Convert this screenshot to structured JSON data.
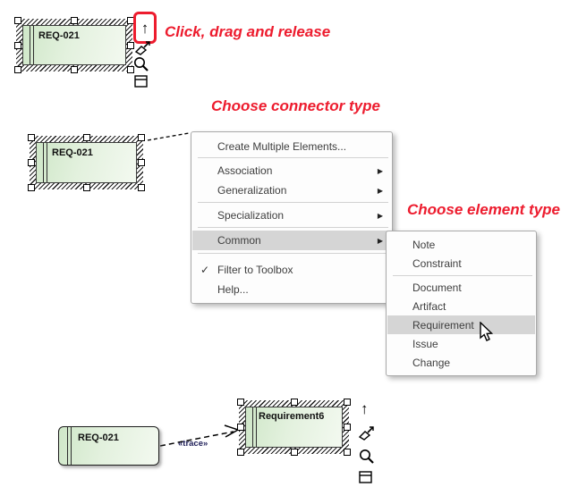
{
  "annotations": {
    "click_drag": "Click, drag and release",
    "choose_connector": "Choose connector type",
    "choose_element": "Choose element type"
  },
  "elements": {
    "req_top": "REQ-021",
    "req_mid": "REQ-021",
    "req_bottom": "REQ-021",
    "requirement6": "Requirement6",
    "connector_label": "«trace»"
  },
  "menu": {
    "items": [
      {
        "label": "Create Multiple Elements..."
      },
      {
        "label": "Association",
        "has_submenu": true
      },
      {
        "label": "Generalization",
        "has_submenu": true
      },
      {
        "label": "Specialization",
        "has_submenu": true
      },
      {
        "label": "Common",
        "has_submenu": true,
        "highlighted": true
      },
      {
        "label": "Filter to Toolbox",
        "checked": true
      },
      {
        "label": "Help..."
      }
    ]
  },
  "submenu": {
    "items": [
      {
        "label": "Note"
      },
      {
        "label": "Constraint"
      },
      {
        "label": "Document"
      },
      {
        "label": "Artifact"
      },
      {
        "label": "Requirement",
        "highlighted": true
      },
      {
        "label": "Issue"
      },
      {
        "label": "Change"
      }
    ]
  },
  "glyphs": {
    "up_arrow": "↑",
    "submenu_arrow": "▶",
    "check": "✓"
  },
  "colors": {
    "annotation_red": "#ed1c2e",
    "element_fill_dark": "#cfe7c8",
    "element_fill_light": "#f3f9f0",
    "menu_highlight": "#d5d5d5"
  }
}
